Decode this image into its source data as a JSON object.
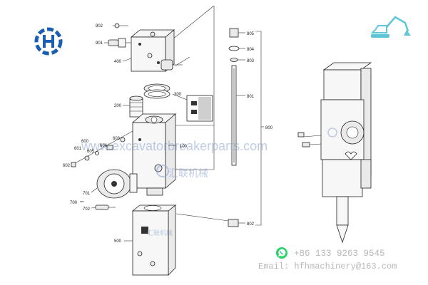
{
  "labels": {
    "l902": "902",
    "l901": "901",
    "l400": "400",
    "l805": "805",
    "l804": "804",
    "l803": "803",
    "l300": "300",
    "l801": "801",
    "l200": "200",
    "l800": "800",
    "l600": "600",
    "l603": "603",
    "l604": "604",
    "l601": "601",
    "l605": "605",
    "l602": "602",
    "l100": "100",
    "l701": "701",
    "l700": "700",
    "l702": "702",
    "l802": "802",
    "l500": "500"
  },
  "watermark": {
    "url": "www.excavatorbreakerparts.com",
    "brand_cn": "汇联机械",
    "brand_small": "汇联机械"
  },
  "contact": {
    "phone": "+86 133 9263 9545",
    "email": "Email: hfhmachinery@163.com"
  },
  "colors": {
    "logo_blue": "#1a5fb4",
    "watermark_blue": "#8aa6cf",
    "whatsapp_green": "#25d366",
    "excavator_cyan": "#5ec6d6"
  },
  "icons": {
    "brand_logo": "hl-logo-icon",
    "excavator": "excavator-icon",
    "whatsapp": "whatsapp-icon"
  }
}
